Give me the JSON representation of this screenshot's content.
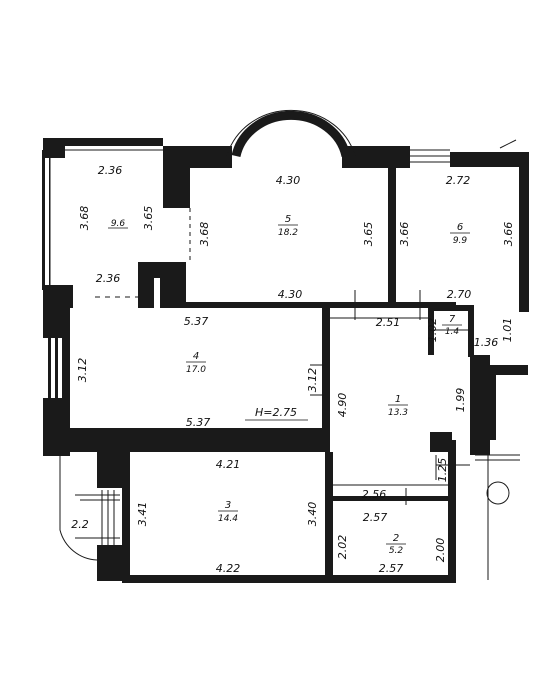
{
  "plan": {
    "ceiling_height": "H=2.75",
    "rooms": [
      {
        "number": "1",
        "area": "13.3"
      },
      {
        "number": "2",
        "area": "5.2"
      },
      {
        "number": "3",
        "area": "14.4"
      },
      {
        "number": "4",
        "area": "17.0"
      },
      {
        "number": "5",
        "area": "18.2"
      },
      {
        "number": "6",
        "area": "9.9"
      },
      {
        "number": "7",
        "area": "1.4"
      },
      {
        "number": "",
        "area": "9.6"
      }
    ],
    "dimensions": {
      "balcony_top": "2.36",
      "balcony_left": "3.68",
      "balcony_right": "3.65",
      "balcony_bottom": "2.36",
      "r5_top": "4.30",
      "r5_left": "3.68",
      "r5_right": "3.65",
      "r5_bottom": "4.30",
      "r6_top": "2.72",
      "r6_left": "3.66",
      "r6_right": "3.66",
      "r6_bottom": "2.70",
      "r4_top": "5.37",
      "r4_left": "3.12",
      "r4_right": "3.12",
      "r4_bottom": "5.37",
      "hall_top": "2.51",
      "hall_side": "4.90",
      "hall_right": "1.99",
      "r7_left": "1.02",
      "r7_right": "1.01",
      "r7_bottom": "1.36",
      "hall_bottom": "2.56",
      "hall_small": "1.25",
      "r3_top": "4.21",
      "r3_left": "3.41",
      "r3_right": "3.40",
      "r3_bottom": "4.22",
      "r2_top": "2.57",
      "r2_left": "2.02",
      "r2_right": "2.00",
      "r2_bottom": "2.57",
      "porch": "2.2"
    }
  }
}
